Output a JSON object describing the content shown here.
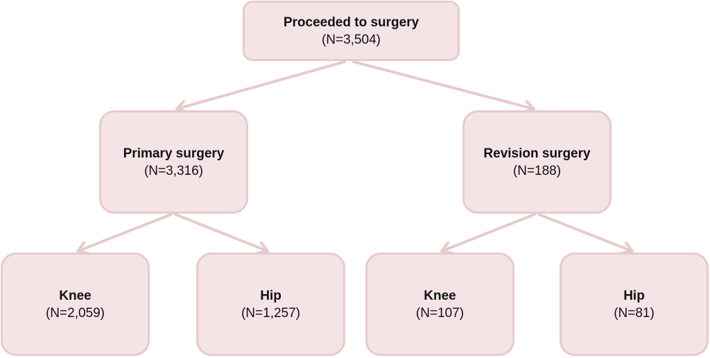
{
  "colors": {
    "node_fill": "#f5e4e6",
    "node_border": "#e7cacd",
    "arrow": "#e7cacd"
  },
  "nodes": {
    "root": {
      "label": "Proceeded to surgery",
      "count": "(N=3,504)"
    },
    "primary": {
      "label": "Primary surgery",
      "count": "(N=3,316)"
    },
    "revision": {
      "label": "Revision surgery",
      "count": "(N=188)"
    },
    "primary_knee": {
      "label": "Knee",
      "count": "(N=2,059)"
    },
    "primary_hip": {
      "label": "Hip",
      "count": "(N=1,257)"
    },
    "revision_knee": {
      "label": "Knee",
      "count": "(N=107)"
    },
    "revision_hip": {
      "label": "Hip",
      "count": "(N=81)"
    }
  }
}
